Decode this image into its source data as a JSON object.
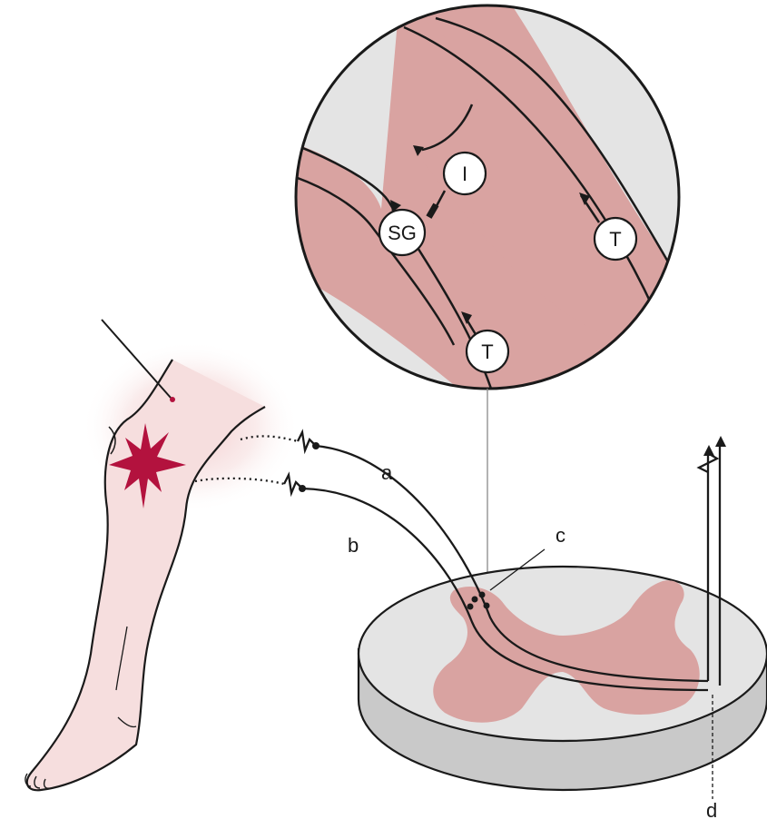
{
  "diagram": {
    "nodes": {
      "interneuron": "I",
      "substantia_gelatinosa": "SG",
      "transmission_upper": "T",
      "transmission_lower": "T"
    },
    "labels": {
      "fiber_a": "a",
      "fiber_b": "b",
      "dorsal_horn": "c",
      "spinal_tract": "d"
    },
    "colors": {
      "tissue_pink": "#d9a3a1",
      "white_matter_gray": "#e4e4e4",
      "skin": "#f6dede",
      "injury_star": "#b3123e",
      "line": "#1a1a1a"
    }
  }
}
